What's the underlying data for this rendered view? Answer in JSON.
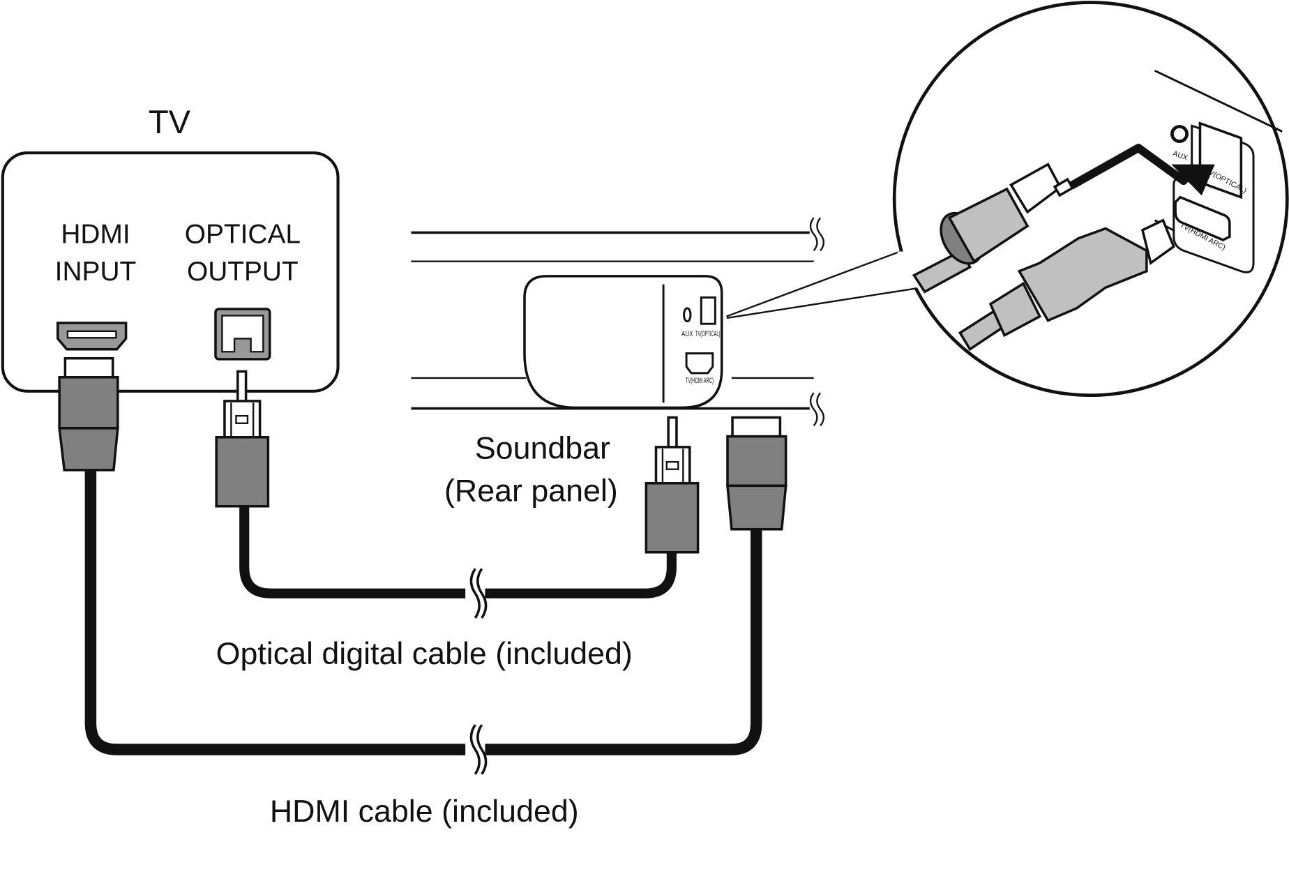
{
  "tv": {
    "title": "TV",
    "hdmi_label": [
      "HDMI",
      "INPUT"
    ],
    "optical_label": [
      "OPTICAL",
      "OUTPUT"
    ]
  },
  "soundbar": {
    "name": "Soundbar",
    "subtitle": "(Rear panel)",
    "ports": {
      "aux": "AUX",
      "optical": "TV(OPTICAL)",
      "hdmi": "TV(HDMI ARC)"
    }
  },
  "cables": {
    "optical": "Optical digital cable (included)",
    "hdmi": "HDMI cable (included)"
  },
  "inset": {
    "ports": {
      "aux": "AUX",
      "optical": "TV(OPTICAL)",
      "hdmi": "TV(HDMI ARC)"
    }
  },
  "colors": {
    "plug_body": "#808080",
    "plug_light": "#c0c0c0",
    "line": "#111111"
  }
}
